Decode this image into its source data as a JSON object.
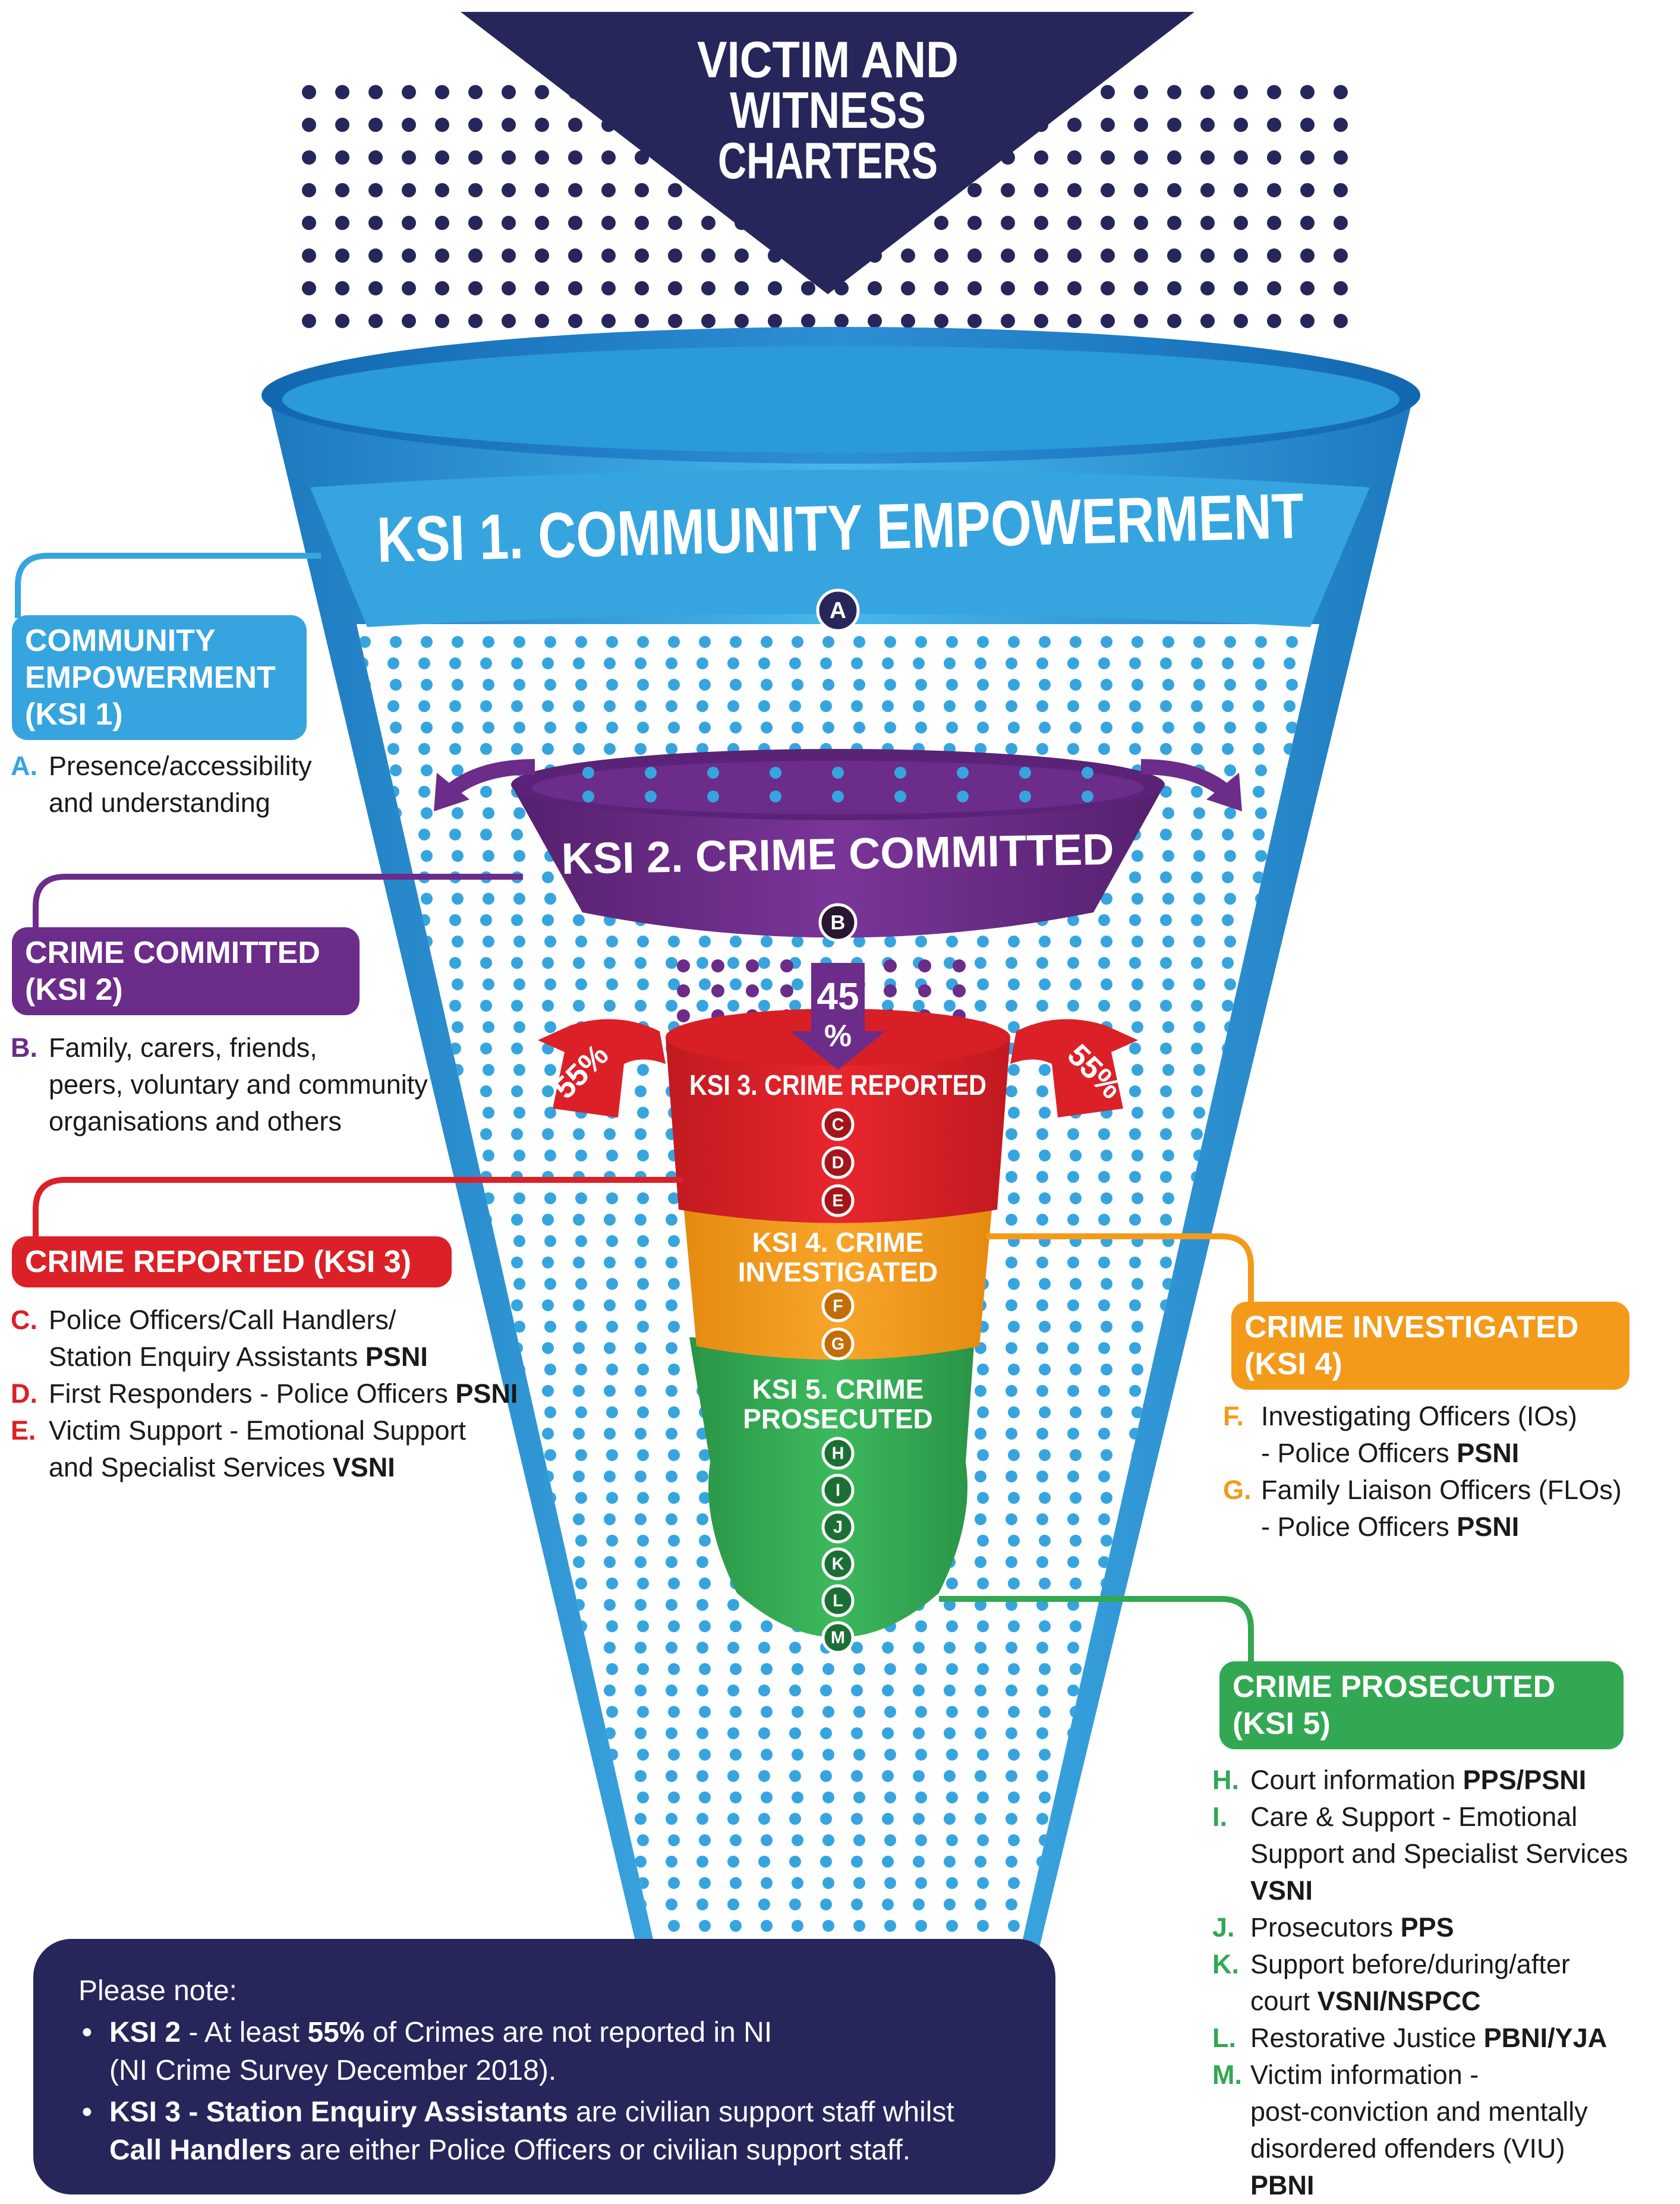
{
  "header": {
    "title_lines": [
      "VICTIM AND",
      "WITNESS",
      "CHARTERS"
    ]
  },
  "funnel": {
    "ksi1": {
      "title": "KSI 1. COMMUNITY EMPOWERMENT",
      "badges": [
        "A"
      ]
    },
    "ksi2": {
      "title": "KSI 2. CRIME COMMITTED",
      "badges": [
        "B"
      ]
    },
    "ksi3": {
      "title": "KSI 3. CRIME REPORTED",
      "badges": [
        "C",
        "D",
        "E"
      ]
    },
    "ksi4": {
      "title_lines": [
        "KSI 4. CRIME",
        "INVESTIGATED"
      ],
      "badges": [
        "F",
        "G"
      ]
    },
    "ksi5": {
      "title_lines": [
        "KSI 5. CRIME",
        "PROSECUTED"
      ],
      "badges": [
        "H",
        "I",
        "J",
        "K",
        "L",
        "M"
      ]
    },
    "arrow_center": {
      "number": "45",
      "unit": "%"
    },
    "arrow_left": "55%",
    "arrow_right": "55%"
  },
  "colors": {
    "navy": "#27265b",
    "blue": "#36a5df",
    "blue_dark": "#1d79bf",
    "purple": "#6b2c8a",
    "red": "#dc2027",
    "orange": "#f39a1b",
    "green": "#32a852"
  },
  "panels": {
    "ksi1": {
      "heading_lines": [
        "COMMUNITY",
        "EMPOWERMENT",
        "(KSI 1)"
      ],
      "items": [
        {
          "letter": "A.",
          "lines": [
            "Presence/accessibility",
            "and understanding"
          ]
        }
      ]
    },
    "ksi2": {
      "heading_lines": [
        "CRIME COMMITTED",
        "(KSI 2)"
      ],
      "items": [
        {
          "letter": "B.",
          "lines": [
            "Family, carers, friends,",
            "peers, voluntary and community",
            "organisations and others"
          ]
        }
      ]
    },
    "ksi3": {
      "heading_lines": [
        "CRIME REPORTED (KSI 3)"
      ],
      "items": [
        {
          "letter": "C.",
          "lines": [
            "Police Officers/Call Handlers/",
            "Station Enquiry Assistants"
          ],
          "org": "PSNI"
        },
        {
          "letter": "D.",
          "lines": [
            "First Responders - Police Officers"
          ],
          "org": "PSNI"
        },
        {
          "letter": "E.",
          "lines": [
            "Victim Support - Emotional Support",
            "and Specialist Services"
          ],
          "org": "VSNI"
        }
      ]
    },
    "ksi4": {
      "heading_lines": [
        "CRIME INVESTIGATED",
        "(KSI 4)"
      ],
      "items": [
        {
          "letter": "F.",
          "lines": [
            "Investigating Officers (IOs)",
            "- Police Officers"
          ],
          "org": "PSNI"
        },
        {
          "letter": "G.",
          "lines": [
            "Family Liaison Officers (FLOs)",
            "- Police Officers"
          ],
          "org": "PSNI"
        }
      ]
    },
    "ksi5": {
      "heading_lines": [
        "CRIME PROSECUTED",
        "(KSI 5)"
      ],
      "items": [
        {
          "letter": "H.",
          "lines": [
            "Court information"
          ],
          "org": "PPS/PSNI"
        },
        {
          "letter": "I.",
          "lines": [
            "Care & Support - Emotional",
            "Support and Specialist Services",
            ""
          ],
          "org": "VSNI"
        },
        {
          "letter": "J.",
          "lines": [
            "Prosecutors"
          ],
          "org": "PPS"
        },
        {
          "letter": "K.",
          "lines": [
            "Support before/during/after",
            "court"
          ],
          "org": "VSNI/NSPCC"
        },
        {
          "letter": "L.",
          "lines": [
            "Restorative Justice"
          ],
          "org": "PBNI/YJA"
        },
        {
          "letter": "M.",
          "lines": [
            "Victim information -",
            "post-conviction and mentally",
            "disordered offenders (VIU)",
            ""
          ],
          "org": "PBNI"
        }
      ]
    }
  },
  "note": {
    "title": "Please note:",
    "bullet1": {
      "bold1": "KSI 2",
      "text1": " - At least ",
      "bold2": "55%",
      "text2": " of Crimes are not reported in NI",
      "line2": "(NI Crime Survey December 2018)."
    },
    "bullet2": {
      "bold1": "KSI 3 - Station Enquiry Assistants",
      "text1": " are civilian support staff whilst",
      "bold2": "Call Handlers",
      "text2": " are either Police Officers or civilian support staff."
    }
  }
}
